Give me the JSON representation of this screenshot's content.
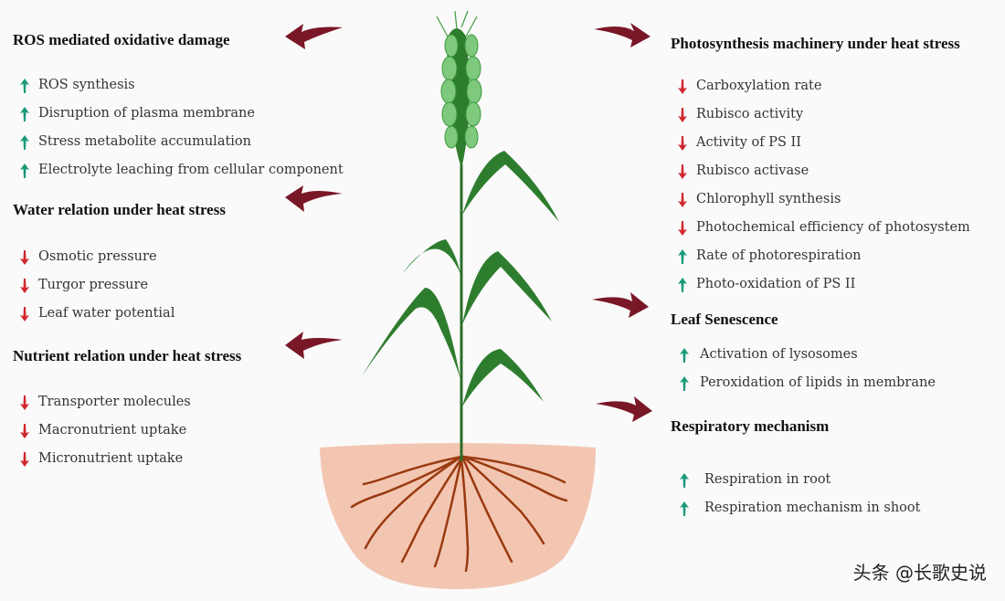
{
  "colors": {
    "up": "#1a9a7a",
    "down": "#d0282e",
    "curved_arrow": "#7a1727",
    "stem": "#2a6e2a",
    "pot": "#f3c6b2",
    "root": "#9a3a10"
  },
  "sections": {
    "ros": {
      "title": "ROS mediated oxidative damage",
      "items": [
        {
          "text": "ROS synthesis",
          "dir": "up"
        },
        {
          "text": "Disruption of plasma membrane",
          "dir": "up"
        },
        {
          "text": "Stress metabolite accumulation",
          "dir": "up"
        },
        {
          "text": "Electrolyte leaching from cellular component",
          "dir": "up"
        }
      ]
    },
    "water": {
      "title": "Water relation under heat stress",
      "items": [
        {
          "text": "Osmotic pressure",
          "dir": "down"
        },
        {
          "text": "Turgor pressure",
          "dir": "down"
        },
        {
          "text": "Leaf water potential",
          "dir": "down"
        }
      ]
    },
    "nutrient": {
      "title": "Nutrient relation under heat stress",
      "items": [
        {
          "text": "Transporter molecules",
          "dir": "down"
        },
        {
          "text": "Macronutrient uptake",
          "dir": "down"
        },
        {
          "text": "Micronutrient uptake",
          "dir": "down"
        }
      ]
    },
    "photo": {
      "title": "Photosynthesis machinery under heat stress",
      "items": [
        {
          "text": "Carboxylation rate",
          "dir": "down"
        },
        {
          "text": "Rubisco activity",
          "dir": "down"
        },
        {
          "text": "Activity of PS II",
          "dir": "down"
        },
        {
          "text": "Rubisco activase",
          "dir": "down"
        },
        {
          "text": "Chlorophyll synthesis",
          "dir": "down"
        },
        {
          "text": "Photochemical efficiency of photosystem",
          "dir": "down"
        },
        {
          "text": "Rate of photorespiration",
          "dir": "up"
        },
        {
          "text": "Photo-oxidation of PS II",
          "dir": "up"
        }
      ]
    },
    "leaf": {
      "title": "Leaf Senescence",
      "items": [
        {
          "text": "Activation of lysosomes",
          "dir": "up"
        },
        {
          "text": "Peroxidation of lipids in membrane",
          "dir": "up"
        }
      ]
    },
    "resp": {
      "title": "Respiratory mechanism",
      "items": [
        {
          "text": "Respiration in root",
          "dir": "up"
        },
        {
          "text": "Respiration mechanism in shoot",
          "dir": "up"
        }
      ]
    }
  },
  "watermark": "头条 @长歌史说"
}
